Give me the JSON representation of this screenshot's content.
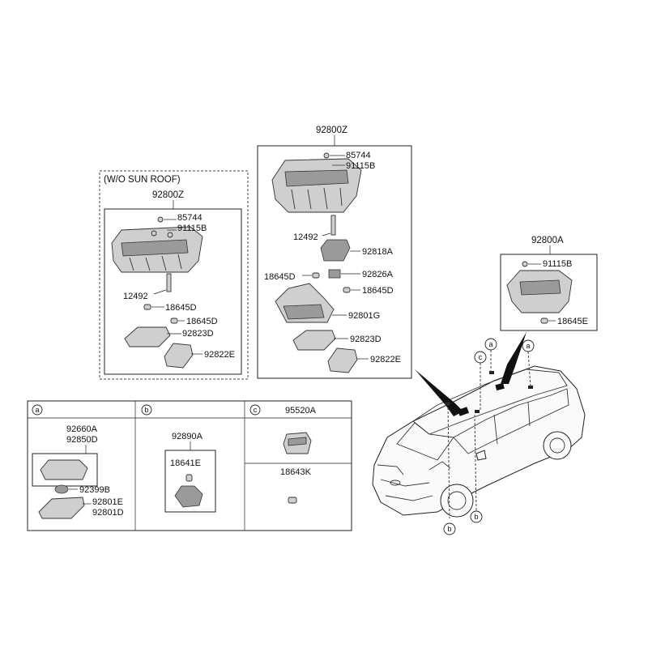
{
  "left_box": {
    "condition": "(W/O SUN ROOF)",
    "assembly": "92800Z",
    "parts": [
      "85744",
      "91115B",
      "12492",
      "18645D",
      "18645D",
      "92823D",
      "92822E"
    ]
  },
  "middle_box": {
    "assembly": "92800Z",
    "parts": [
      "85744",
      "91115B",
      "12492",
      "92818A",
      "18645D",
      "92826A",
      "18645D",
      "92801G",
      "92823D",
      "92822E"
    ]
  },
  "right_box": {
    "assembly": "92800A",
    "parts": [
      "91115B",
      "18645E"
    ]
  },
  "section_a": {
    "marker": "a",
    "parts": [
      "92660A",
      "92850D",
      "92399B",
      "92801E",
      "92801D"
    ]
  },
  "section_b": {
    "marker": "b",
    "parts": [
      "92890A",
      "18641E"
    ]
  },
  "section_c": {
    "marker": "c",
    "parts": [
      "95520A",
      "18643K"
    ]
  },
  "car_callouts": [
    "a",
    "c",
    "a",
    "b",
    "b"
  ]
}
